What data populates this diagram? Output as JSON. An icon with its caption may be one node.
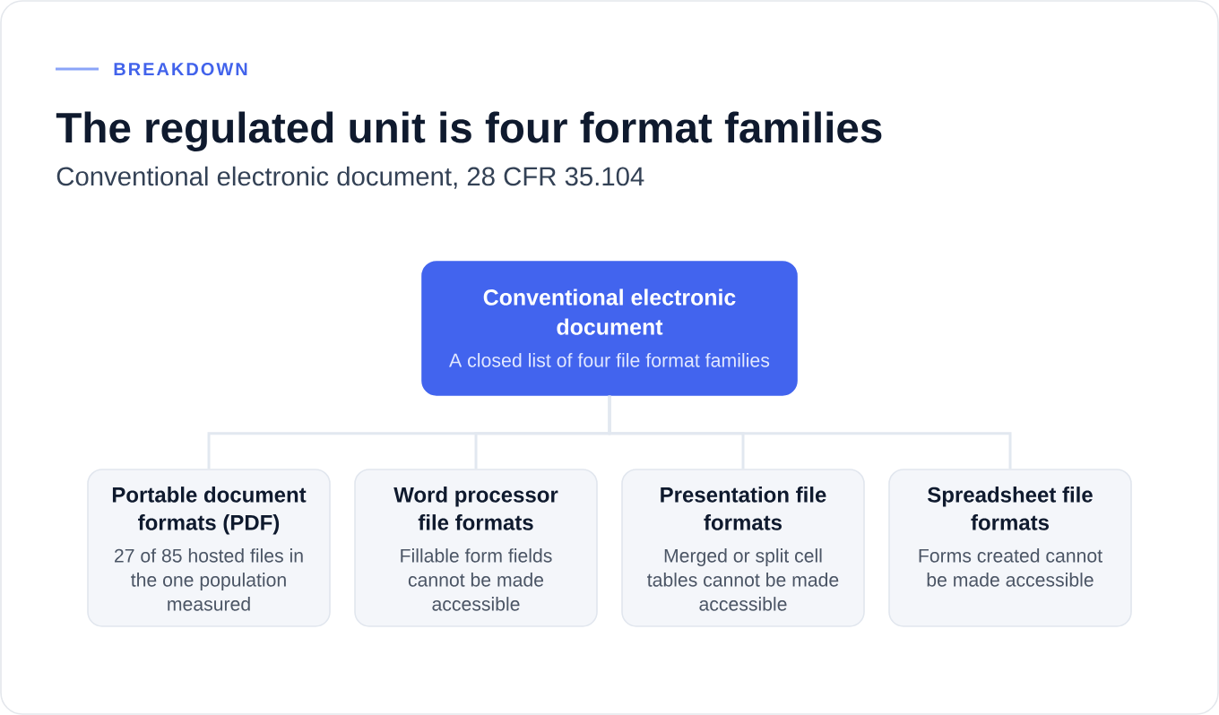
{
  "diagram": {
    "title": "The regulated unit is four format families",
    "nodes": [
      {
        "text": [
          "Conventional electronic document",
          "A closed list of four file format families"
        ]
      },
      {
        "text": [
          "Portable document formats (PDF)",
          "27 of 85 hosted files in the one population measured"
        ]
      },
      {
        "text": [
          "Word processor file formats",
          "Fillable form fields cannot be made accessible"
        ]
      },
      {
        "text": [
          "Presentation file formats",
          "Merged or split cell tables cannot be made accessible"
        ]
      },
      {
        "text": [
          "Spreadsheet file formats",
          "Forms created cannot be made accessible"
        ]
      }
    ],
    "edges": [
      {
        "from": 0,
        "to": 1,
        "arrow": "none"
      },
      {
        "from": 0,
        "to": 2,
        "arrow": "none"
      },
      {
        "from": 0,
        "to": 3,
        "arrow": "none"
      },
      {
        "from": 0,
        "to": 4,
        "arrow": "none"
      }
    ],
    "labels": [
      "BREAKDOWN",
      "Conventional electronic document, 28 CFR 35.104"
    ]
  }
}
